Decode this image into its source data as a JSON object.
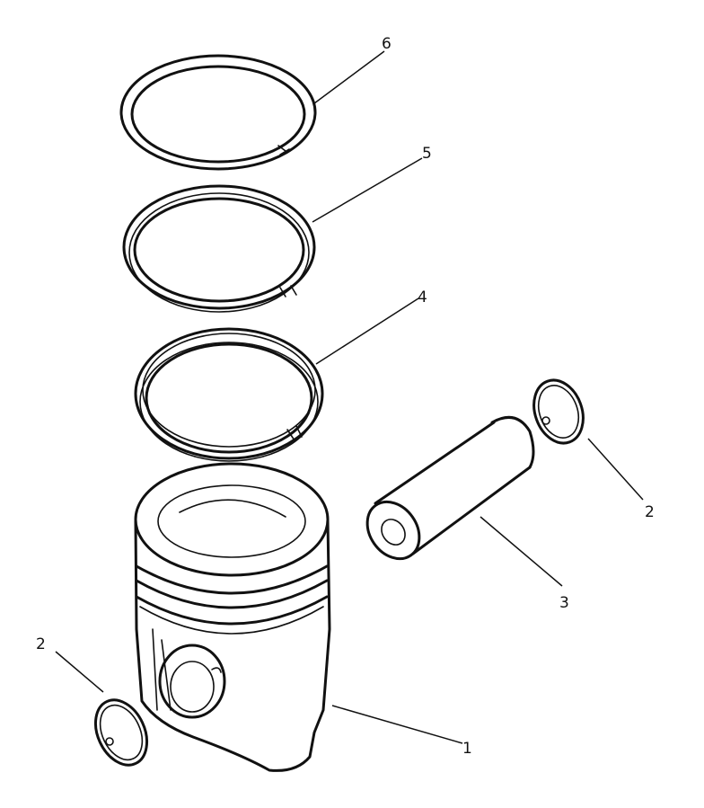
{
  "figure": {
    "callouts": {
      "piston": "1",
      "circlip_left": "2",
      "circlip_right": "2",
      "piston_pin": "3",
      "ring_oil": "4",
      "ring_second": "5",
      "ring_top": "6"
    }
  },
  "colors": {
    "ink": "#111111",
    "background": "#ffffff"
  }
}
